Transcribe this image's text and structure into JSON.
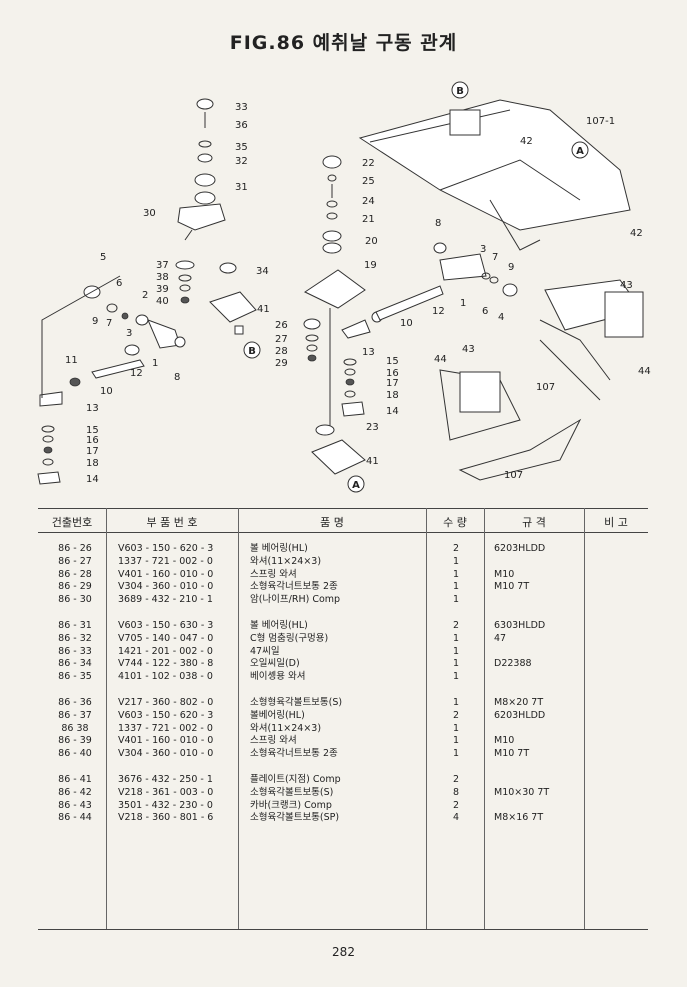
{
  "title": "FIG.86 예취날 구동 관계",
  "diagram": {
    "callouts": [
      "33",
      "36",
      "35",
      "32",
      "31",
      "30",
      "37",
      "38",
      "39",
      "40",
      "34",
      "41",
      "5",
      "6",
      "7",
      "9",
      "2",
      "3",
      "1",
      "8",
      "11",
      "10",
      "12",
      "13",
      "15",
      "16",
      "17",
      "18",
      "14",
      "22",
      "25",
      "24",
      "21",
      "20",
      "19",
      "26",
      "27",
      "28",
      "29",
      "13",
      "15",
      "16",
      "17",
      "18",
      "14",
      "23",
      "41",
      "8",
      "3",
      "7",
      "9",
      "12",
      "1",
      "6",
      "4",
      "10",
      "42",
      "107-1",
      "42",
      "43",
      "44",
      "43",
      "107",
      "107",
      "44"
    ],
    "markers": [
      "B",
      "B",
      "A",
      "A"
    ]
  },
  "table": {
    "headers": [
      "건출번호",
      "부 품 번 호",
      "품 명",
      "수 량",
      "규 격",
      "비 고"
    ],
    "rows": [
      {
        "no": "86 - 26",
        "part": "V603 - 150 - 620 - 3",
        "name": "볼 베어링(HL)",
        "qty": "2",
        "spec": "6203HLDD"
      },
      {
        "no": "86 - 27",
        "part": "1337 - 721 - 002 - 0",
        "name": "와셔(11×24×3)",
        "qty": "1",
        "spec": ""
      },
      {
        "no": "86 - 28",
        "part": "V401 - 160 - 010 - 0",
        "name": "스프링 와셔",
        "qty": "1",
        "spec": "M10"
      },
      {
        "no": "86 - 29",
        "part": "V304 - 360 - 010 - 0",
        "name": "소형육각너트보통 2종",
        "qty": "1",
        "spec": "M10 7T"
      },
      {
        "no": "86 - 30",
        "part": "3689 - 432 - 210 - 1",
        "name": "암(나이프/RH) Comp",
        "qty": "1",
        "spec": ""
      },
      {
        "no": "86 - 31",
        "part": "V603 - 150 - 630 - 3",
        "name": "볼 베어링(HL)",
        "qty": "2",
        "spec": "6303HLDD"
      },
      {
        "no": "86 - 32",
        "part": "V705 - 140 - 047 - 0",
        "name": "C형 멈춤링(구멍용)",
        "qty": "1",
        "spec": "47"
      },
      {
        "no": "86 - 33",
        "part": "1421 - 201 - 002 - 0",
        "name": "47씨일",
        "qty": "1",
        "spec": ""
      },
      {
        "no": "86 - 34",
        "part": "V744 - 122 - 380 - 8",
        "name": "오일씨일(D)",
        "qty": "1",
        "spec": "D22388"
      },
      {
        "no": "86 - 35",
        "part": "4101 - 102 - 038 - 0",
        "name": "베이솅용 와셔",
        "qty": "1",
        "spec": ""
      },
      {
        "no": "86 - 36",
        "part": "V217 - 360 - 802 - 0",
        "name": "소형형육각볼트보통(S)",
        "qty": "1",
        "spec": "M8×20 7T"
      },
      {
        "no": "86 - 37",
        "part": "V603 - 150 - 620 - 3",
        "name": "볼베어링(HL)",
        "qty": "2",
        "spec": "6203HLDD"
      },
      {
        "no": "86 38",
        "part": "1337 - 721 - 002 - 0",
        "name": "와셔(11×24×3)",
        "qty": "1",
        "spec": ""
      },
      {
        "no": "86 - 39",
        "part": "V401 - 160 - 010 - 0",
        "name": "스프링 와셔",
        "qty": "1",
        "spec": "M10"
      },
      {
        "no": "86 - 40",
        "part": "V304 - 360 - 010 - 0",
        "name": "소형육각너트보통 2종",
        "qty": "1",
        "spec": "M10 7T"
      },
      {
        "no": "86 - 41",
        "part": "3676 - 432 - 250 - 1",
        "name": "플레이트(지점) Comp",
        "qty": "2",
        "spec": ""
      },
      {
        "no": "86 - 42",
        "part": "V218 - 361 - 003 - 0",
        "name": "소형육각볼트보통(S)",
        "qty": "8",
        "spec": "M10×30 7T"
      },
      {
        "no": "86 - 43",
        "part": "3501 - 432 - 230 - 0",
        "name": "카바(크랭크) Comp",
        "qty": "2",
        "spec": ""
      },
      {
        "no": "86 - 44",
        "part": "V218 - 360 - 801 - 6",
        "name": "소형육각볼트보통(SP)",
        "qty": "4",
        "spec": "M8×16 7T"
      }
    ]
  },
  "page_number": "282"
}
